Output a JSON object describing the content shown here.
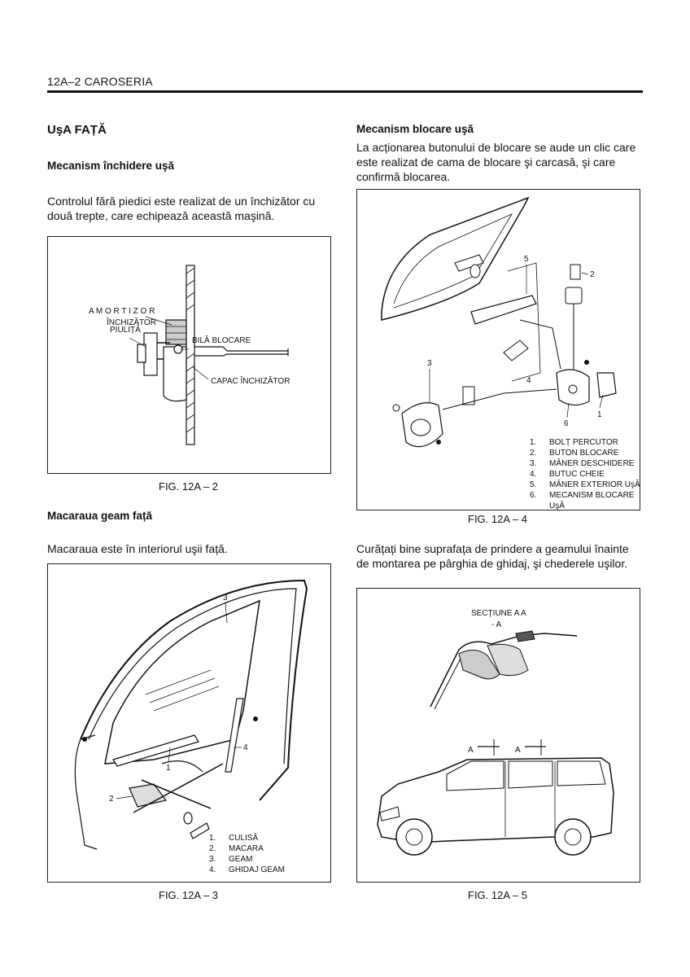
{
  "header": {
    "text": "12A–2  CAROSERIA"
  },
  "left": {
    "title": "UşA FAȚĂ",
    "sec1_heading": "Mecanism închidere uşă",
    "sec1_text": "Controlul fără piedici este realizat de un închizător cu două trepte, care echipează această maşină.",
    "fig2": {
      "caption": "FIG. 12A – 2",
      "labels": {
        "amortizor": "A M O R T I Z O R",
        "inchizator": "ÎNCHIZĂTOR",
        "piulita": "PIULIȚĂ",
        "bila": "BILĂ BLOCARE",
        "capac": "CAPAC ÎNCHIZĂTOR"
      }
    },
    "sec2_heading": "Macaraua geam față",
    "sec2_text": "Macaraua este în interiorul uşii față.",
    "fig3": {
      "caption": "FIG. 12A – 3",
      "callouts": [
        "3",
        "4",
        "1",
        "2"
      ],
      "legend": [
        {
          "n": "1.",
          "t": "CULISĂ"
        },
        {
          "n": "2.",
          "t": "MACARA"
        },
        {
          "n": "3.",
          "t": "GEAM"
        },
        {
          "n": "4.",
          "t": "GHIDAJ GEAM"
        }
      ]
    }
  },
  "right": {
    "sec1_heading": "Mecanism blocare uşă",
    "sec1_text": "La acționarea butonului de blocare se aude un clic care este realizat de cama de blocare şi carcasă, şi care confirmă blocarea.",
    "fig4": {
      "caption": "FIG. 12A – 4",
      "callouts": [
        "5",
        "2",
        "3",
        "4",
        "6",
        "1"
      ],
      "legend": [
        {
          "n": "1.",
          "t": "BOLȚ PERCUTOR"
        },
        {
          "n": "2.",
          "t": "BUTON BLOCARE"
        },
        {
          "n": "3.",
          "t": "MÂNER DESCHIDERE"
        },
        {
          "n": "4.",
          "t": "BUTUC CHEIE"
        },
        {
          "n": "5.",
          "t": "MÂNER EXTERIOR UşĂ"
        },
        {
          "n": "6.",
          "t": "MECANISM BLOCARE"
        },
        {
          "n": "",
          "t": "UşĂ"
        }
      ]
    },
    "sec2_text": "Curățați bine suprafața de prindere a geamului înainte de montarea pe pârghia de ghidaj, şi chederele uşilor.",
    "fig5": {
      "caption": "FIG. 12A – 5",
      "section_label_1": "SECȚIUNE A   A",
      "section_label_2": "- A",
      "marks": [
        "A",
        "A",
        "A",
        "A"
      ]
    }
  }
}
